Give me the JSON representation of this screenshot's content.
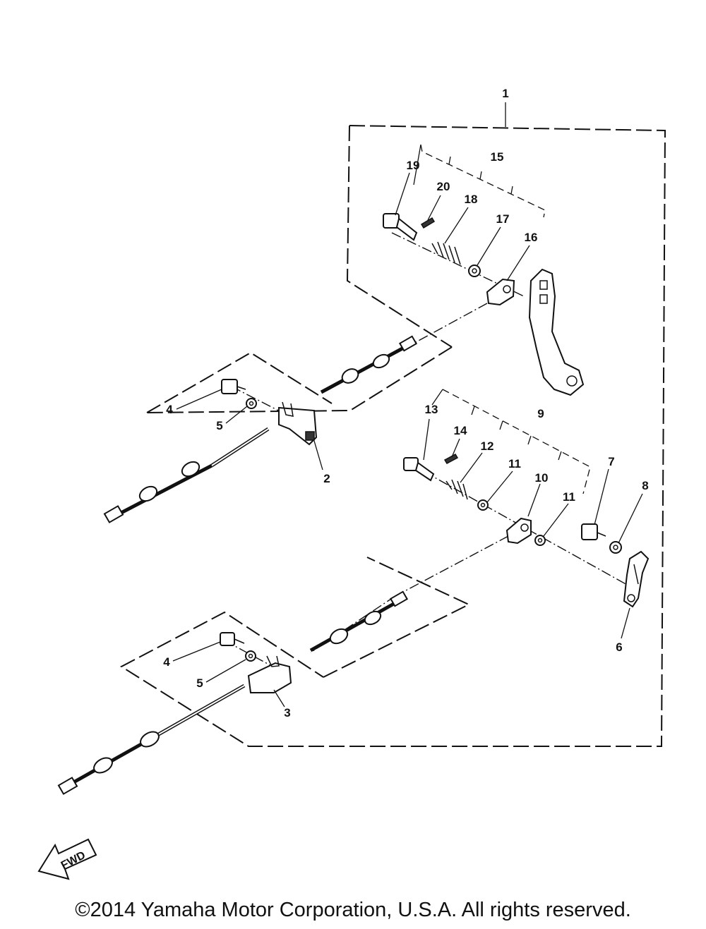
{
  "callouts": {
    "c1": "1",
    "c2": "2",
    "c3": "3",
    "c4a": "4",
    "c4b": "4",
    "c5a": "5",
    "c5b": "5",
    "c6": "6",
    "c7": "7",
    "c8": "8",
    "c9": "9",
    "c10": "10",
    "c11a": "11",
    "c11b": "11",
    "c12": "12",
    "c13": "13",
    "c14": "14",
    "c15": "15",
    "c16": "16",
    "c17": "17",
    "c18": "18",
    "c19": "19",
    "c20": "20"
  },
  "fwd_label": "FWD",
  "copyright": "©2014 Yamaha Motor Corporation, U.S.A. All rights reserved."
}
